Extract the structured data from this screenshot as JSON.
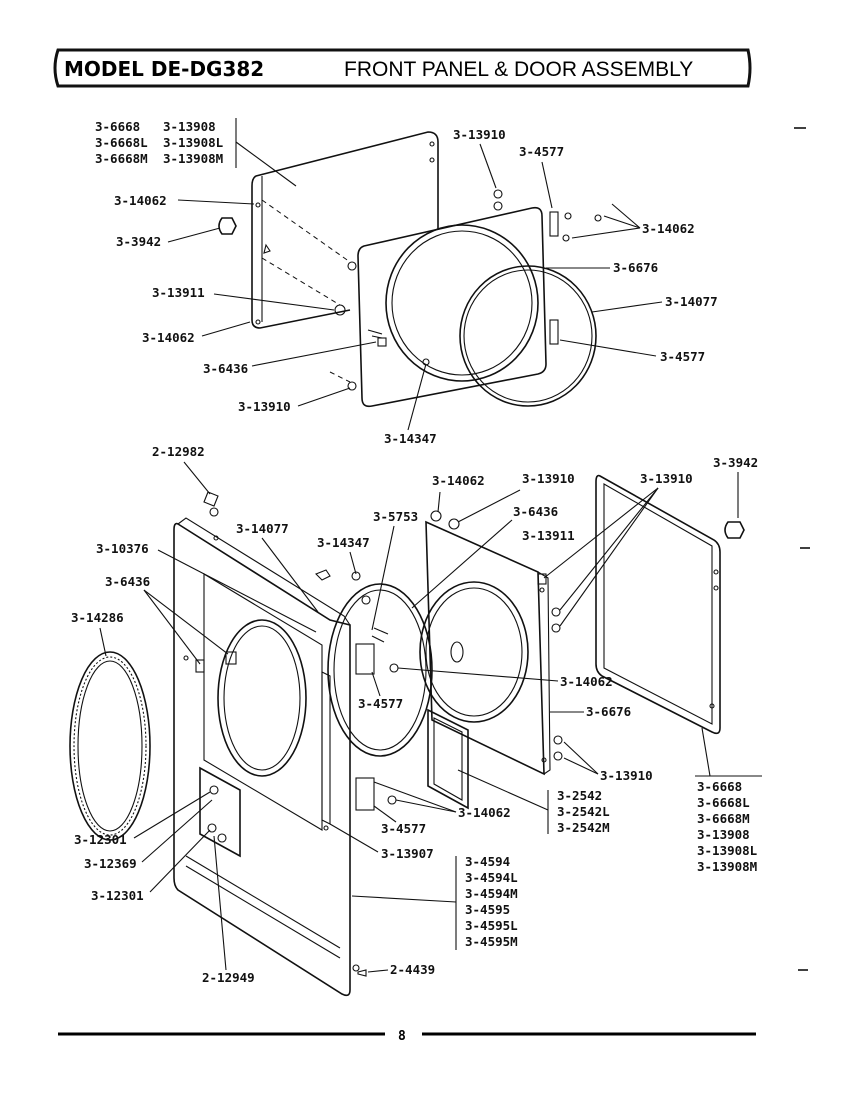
{
  "header": {
    "model": "MODEL DE-DG382",
    "title": "FRONT PANEL & DOOR ASSEMBLY"
  },
  "page_number": "8",
  "callouts": {
    "d_3_6668": "3-6668",
    "d_3_6668L": "3-6668L",
    "d_3_6668M": "3-6668M",
    "d_3_13908": "3-13908",
    "d_3_13908L": "3-13908L",
    "d_3_13908M": "3-13908M",
    "d_14062_a": "3-14062",
    "d_3942": "3-3942",
    "d_13911": "3-13911",
    "d_14062_b": "3-14062",
    "d_6436": "3-6436",
    "d_13910_b": "3-13910",
    "d_14347": "3-14347",
    "d_13910_t": "3-13910",
    "d_4577_t": "3-4577",
    "d_14062_r": "3-14062",
    "d_6676": "3-6676",
    "d_14077": "3-14077",
    "d_4577_r": "3-4577",
    "f_12982": "2-12982",
    "f_14062_t": "3-14062",
    "f_13910_t": "3-13910",
    "f_13910_r": "3-13910",
    "f_3942": "3-3942",
    "f_5753": "3-5753",
    "f_6436_c": "3-6436",
    "f_14077": "3-14077",
    "f_13911": "3-13911",
    "f_10376": "3-10376",
    "f_14347": "3-14347",
    "f_6436_l": "3-6436",
    "f_14286": "3-14286",
    "f_14062_m": "3-14062",
    "f_6676": "3-6676",
    "f_4577_m": "3-4577",
    "f_13910_b": "3-13910",
    "f_12301_a": "3-12301",
    "f_12369": "3-12369",
    "f_12301_b": "3-12301",
    "f_14062_b": "3-14062",
    "f_4577_b": "3-4577",
    "f_13907": "3-13907",
    "f_2542": "3-2542",
    "f_2542L": "3-2542L",
    "f_2542M": "3-2542M",
    "f_4594": "3-4594",
    "f_4594L": "3-4594L",
    "f_4594M": "3-4594M",
    "f_4595": "3-4595",
    "f_4595L": "3-4595L",
    "f_4595M": "3-4595M",
    "f_12949": "2-12949",
    "f_4439": "2-4439",
    "r_6668": "3-6668",
    "r_6668L": "3-6668L",
    "r_6668M": "3-6668M",
    "r_13908": "3-13908",
    "r_13908L": "3-13908L",
    "r_13908M": "3-13908M"
  }
}
